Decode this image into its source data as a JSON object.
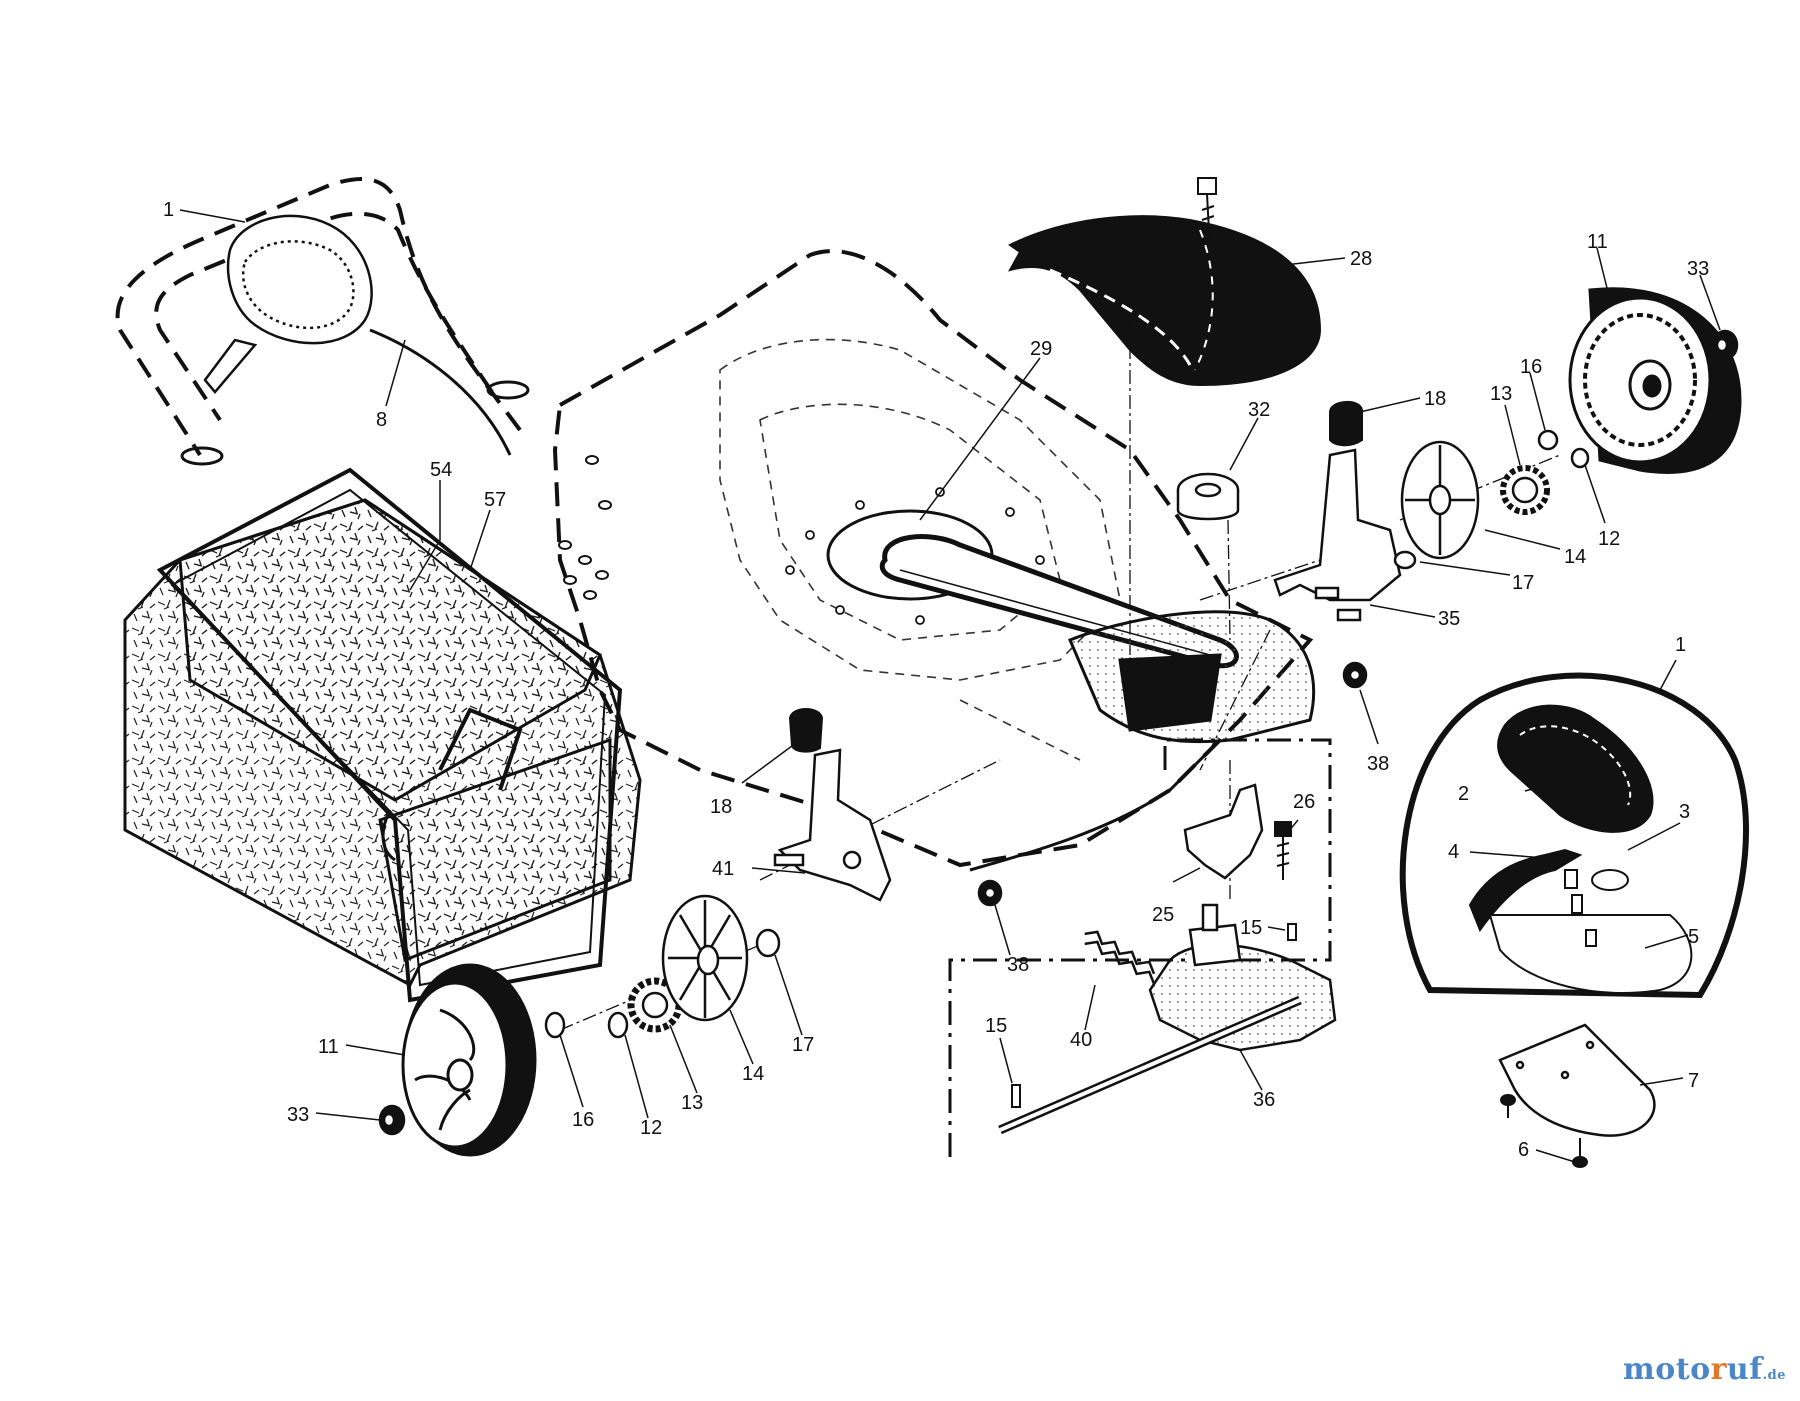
{
  "callouts": [
    {
      "id": "c1",
      "text": "1"
    },
    {
      "id": "c8",
      "text": "8"
    },
    {
      "id": "c54",
      "text": "54"
    },
    {
      "id": "c57",
      "text": "57"
    },
    {
      "id": "c28",
      "text": "28"
    },
    {
      "id": "c29",
      "text": "29"
    },
    {
      "id": "c32",
      "text": "32"
    },
    {
      "id": "c18a",
      "text": "18"
    },
    {
      "id": "c18b",
      "text": "18"
    },
    {
      "id": "c11a",
      "text": "11"
    },
    {
      "id": "c11b",
      "text": "11"
    },
    {
      "id": "c33a",
      "text": "33"
    },
    {
      "id": "c33b",
      "text": "33"
    },
    {
      "id": "c16a",
      "text": "16"
    },
    {
      "id": "c16b",
      "text": "16"
    },
    {
      "id": "c13a",
      "text": "13"
    },
    {
      "id": "c13b",
      "text": "13"
    },
    {
      "id": "c12a",
      "text": "12"
    },
    {
      "id": "c12b",
      "text": "12"
    },
    {
      "id": "c14a",
      "text": "14"
    },
    {
      "id": "c14b",
      "text": "14"
    },
    {
      "id": "c17a",
      "text": "17"
    },
    {
      "id": "c17b",
      "text": "17"
    },
    {
      "id": "c35",
      "text": "35"
    },
    {
      "id": "c38a",
      "text": "38"
    },
    {
      "id": "c38b",
      "text": "38"
    },
    {
      "id": "c41",
      "text": "41"
    },
    {
      "id": "c25",
      "text": "25"
    },
    {
      "id": "c26",
      "text": "26"
    },
    {
      "id": "c15a",
      "text": "15"
    },
    {
      "id": "c15b",
      "text": "15"
    },
    {
      "id": "c40",
      "text": "40"
    },
    {
      "id": "c36",
      "text": "36"
    },
    {
      "id": "c1i",
      "text": "1"
    },
    {
      "id": "c2",
      "text": "2"
    },
    {
      "id": "c3",
      "text": "3"
    },
    {
      "id": "c4",
      "text": "4"
    },
    {
      "id": "c5",
      "text": "5"
    },
    {
      "id": "c7",
      "text": "7"
    },
    {
      "id": "c6",
      "text": "6"
    }
  ],
  "watermark": {
    "part1": "moto",
    "part2": "r",
    "part3": "uf",
    "suffix": ".de"
  }
}
